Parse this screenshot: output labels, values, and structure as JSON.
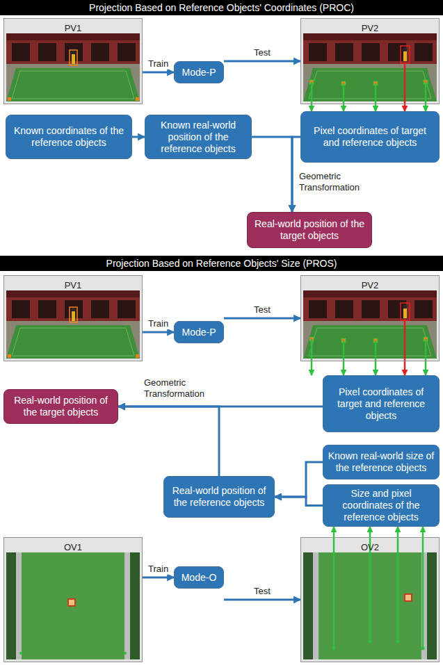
{
  "diagram": {
    "nodes": [
      {
        "text": [
          "Projection Based on Reference Objects' Coordinates (PROC)"
        ]
      },
      {
        "text": [
          "PV1"
        ]
      },
      {
        "text": [
          "Mode-P"
        ]
      },
      {
        "text": [
          "PV2"
        ]
      },
      {
        "text": [
          "Known coordinates of the reference objects"
        ]
      },
      {
        "text": [
          "Known real-world position of the reference objects"
        ]
      },
      {
        "text": [
          "Pixel coordinates of target and reference objects"
        ]
      },
      {
        "text": [
          "Real-world position of the target objects"
        ]
      },
      {
        "text": [
          "Projection Based on Reference Objects' Size (PROS)"
        ]
      },
      {
        "text": [
          "PV1"
        ]
      },
      {
        "text": [
          "Mode-P"
        ]
      },
      {
        "text": [
          "PV2"
        ]
      },
      {
        "text": [
          "Real-world position of the target objects"
        ]
      },
      {
        "text": [
          "Pixel coordinates of target and reference objects"
        ]
      },
      {
        "text": [
          "Known real-world size of the reference objects"
        ]
      },
      {
        "text": [
          "Real-world position of the reference objects"
        ]
      },
      {
        "text": [
          "Size and pixel coordinates of the reference objects"
        ]
      },
      {
        "text": [
          "OV1"
        ]
      },
      {
        "text": [
          "Mode-O"
        ]
      },
      {
        "text": [
          "OV2"
        ]
      }
    ],
    "edges": [
      {
        "from": 1,
        "to": 2,
        "arrow": "to",
        "label": "Train"
      },
      {
        "from": 2,
        "to": 3,
        "arrow": "to",
        "label": "Test"
      },
      {
        "from": 3,
        "to": 6,
        "arrow": "to"
      },
      {
        "from": 4,
        "to": 5,
        "arrow": "to"
      },
      {
        "from": 5,
        "to": 7,
        "arrow": "to",
        "label": "Geometric Transformation"
      },
      {
        "from": 6,
        "to": 7,
        "arrow": "to"
      },
      {
        "from": 9,
        "to": 10,
        "arrow": "to",
        "label": "Train"
      },
      {
        "from": 10,
        "to": 11,
        "arrow": "to",
        "label": "Test"
      },
      {
        "from": 11,
        "to": 13,
        "arrow": "to"
      },
      {
        "from": 13,
        "to": 12,
        "arrow": "to",
        "label": "Geometric Transformation"
      },
      {
        "from": 15,
        "to": 12,
        "arrow": "to"
      },
      {
        "from": 14,
        "to": 15,
        "arrow": "to"
      },
      {
        "from": 16,
        "to": 15,
        "arrow": "to"
      },
      {
        "from": 17,
        "to": 18,
        "arrow": "to",
        "label": "Train"
      },
      {
        "from": 18,
        "to": 19,
        "arrow": "to",
        "label": "Test"
      },
      {
        "from": 19,
        "to": 16,
        "arrow": "to"
      }
    ]
  }
}
